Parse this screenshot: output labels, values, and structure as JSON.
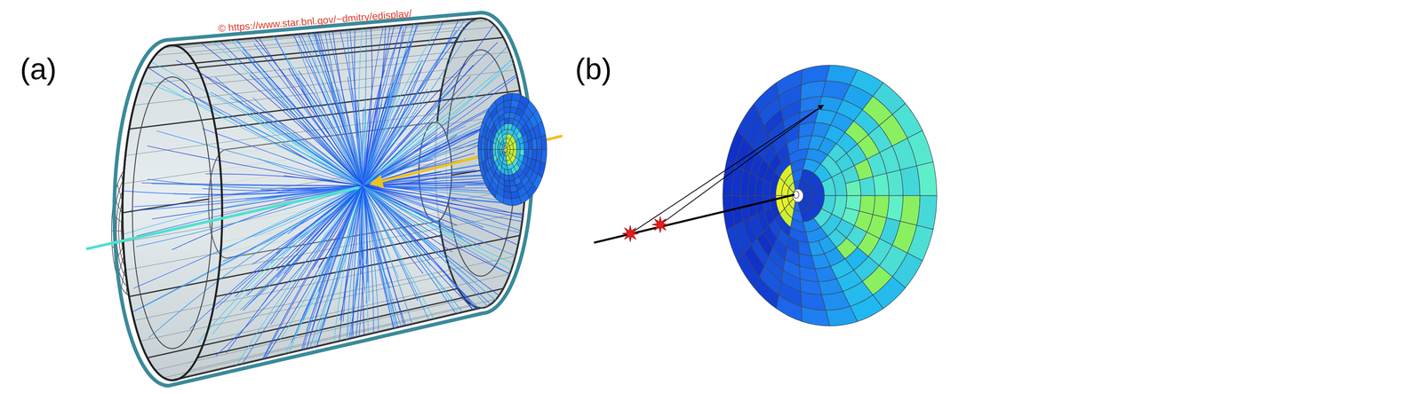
{
  "diagram": {
    "labels": [
      "(a)",
      "(b)",
      "© https://www.star.bnl.gov/~dmitry/edisplay/"
    ]
  }
}
